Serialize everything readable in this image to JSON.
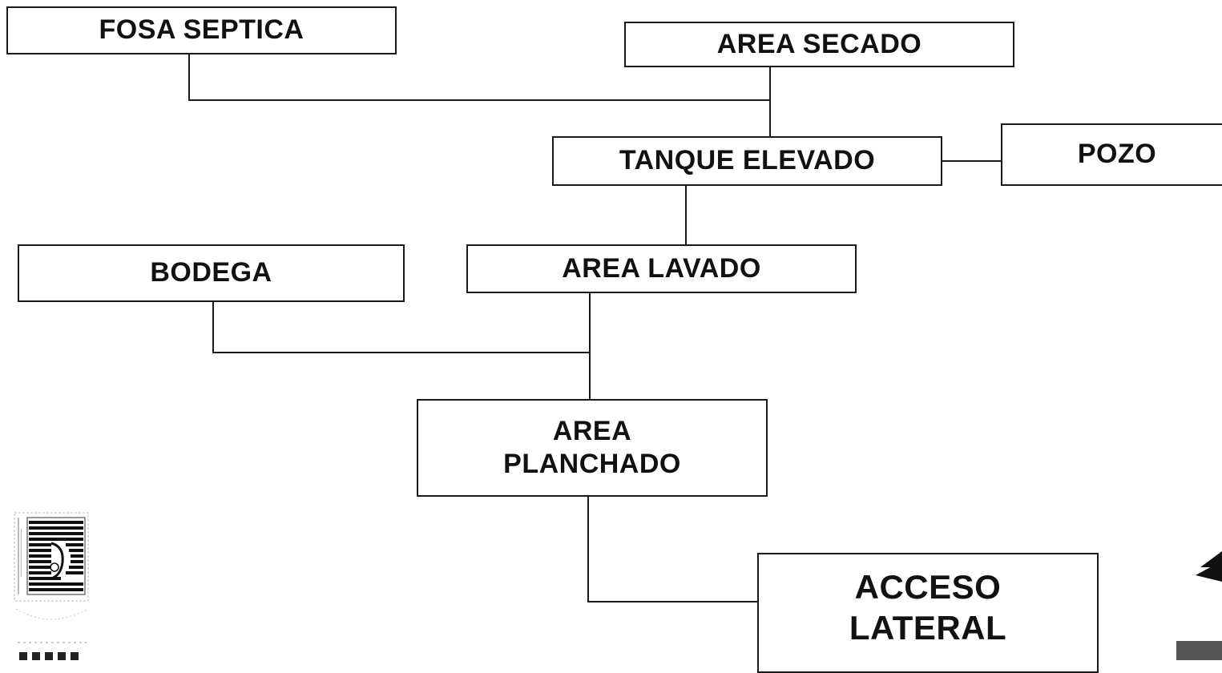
{
  "nodes": {
    "fosa_septica": "FOSA SEPTICA",
    "area_secado": "AREA SECADO",
    "tanque_elevado": "TANQUE ELEVADO",
    "pozo": "POZO",
    "bodega": "BODEGA",
    "area_lavado": "AREA LAVADO",
    "area_planchado": [
      "AREA",
      "PLANCHADO"
    ],
    "acceso_lateral": [
      "ACCESO",
      "LATERAL"
    ]
  },
  "logo": {
    "icon": "university-seal-icon"
  },
  "colors": {
    "line": "#1a1a1a",
    "text": "#111111",
    "background": "#ffffff"
  }
}
